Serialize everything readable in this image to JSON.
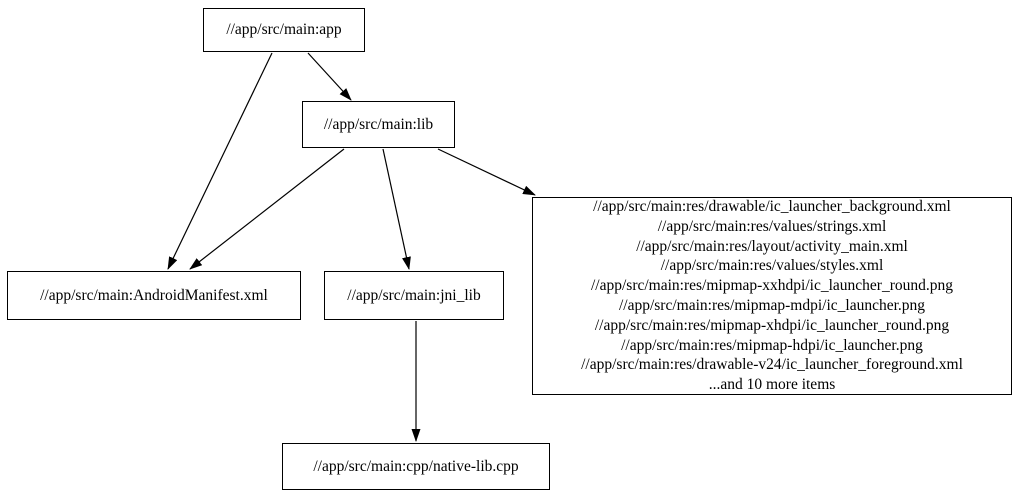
{
  "diagram": {
    "type": "dependency-graph",
    "background_color": "#ffffff",
    "node_border_color": "#000000",
    "edge_color": "#000000",
    "text_color": "#000000",
    "nodes": {
      "app": {
        "label": "//app/src/main:app"
      },
      "lib": {
        "label": "//app/src/main:lib"
      },
      "android_manifest": {
        "label": "//app/src/main:AndroidManifest.xml"
      },
      "jni_lib": {
        "label": "//app/src/main:jni_lib"
      },
      "res_files": {
        "lines": [
          "//app/src/main:res/drawable/ic_launcher_background.xml",
          "//app/src/main:res/values/strings.xml",
          "//app/src/main:res/layout/activity_main.xml",
          "//app/src/main:res/values/styles.xml",
          "//app/src/main:res/mipmap-xxhdpi/ic_launcher_round.png",
          "//app/src/main:res/mipmap-mdpi/ic_launcher.png",
          "//app/src/main:res/mipmap-xhdpi/ic_launcher_round.png",
          "//app/src/main:res/mipmap-hdpi/ic_launcher.png",
          "//app/src/main:res/drawable-v24/ic_launcher_foreground.xml",
          "...and 10 more items"
        ]
      },
      "native_lib_cpp": {
        "label": "//app/src/main:cpp/native-lib.cpp"
      }
    },
    "edges": [
      {
        "from": "app",
        "to": "lib"
      },
      {
        "from": "app",
        "to": "android_manifest"
      },
      {
        "from": "lib",
        "to": "android_manifest"
      },
      {
        "from": "lib",
        "to": "jni_lib"
      },
      {
        "from": "lib",
        "to": "res_files"
      },
      {
        "from": "jni_lib",
        "to": "native_lib_cpp"
      }
    ]
  }
}
